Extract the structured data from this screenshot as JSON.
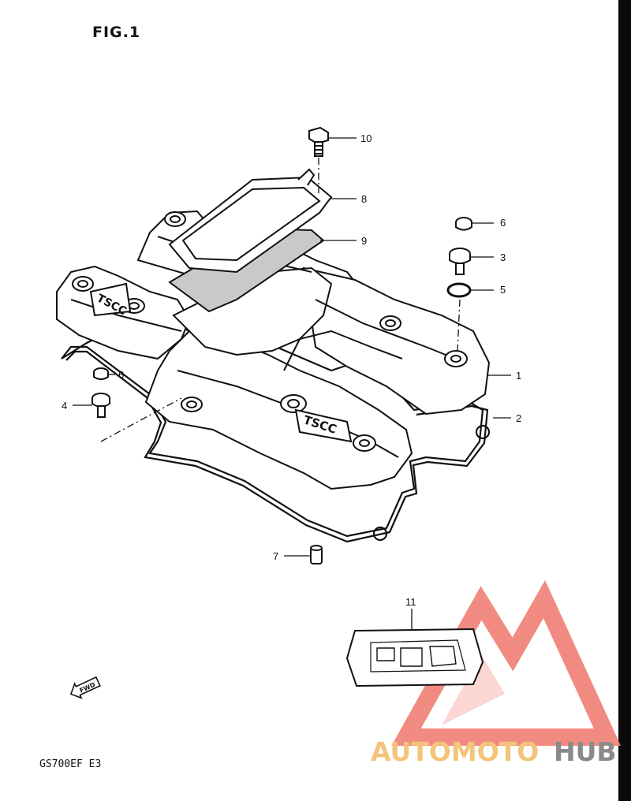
{
  "figure": {
    "title": "FIG.1",
    "model_code": "GS700EF  E3"
  },
  "fwd_label": "FWD",
  "cover_emblem": "TSCC",
  "callouts": [
    "10",
    "8",
    "9",
    "6",
    "3",
    "5",
    "1",
    "2",
    "6",
    "4",
    "7",
    "11"
  ],
  "watermark": {
    "part1": "AUTOMOTO",
    "part2": "HUB",
    "color_primary": "#f07f74",
    "color_secondary": "#f5c37a",
    "color_dark": "#8a8a8a"
  }
}
